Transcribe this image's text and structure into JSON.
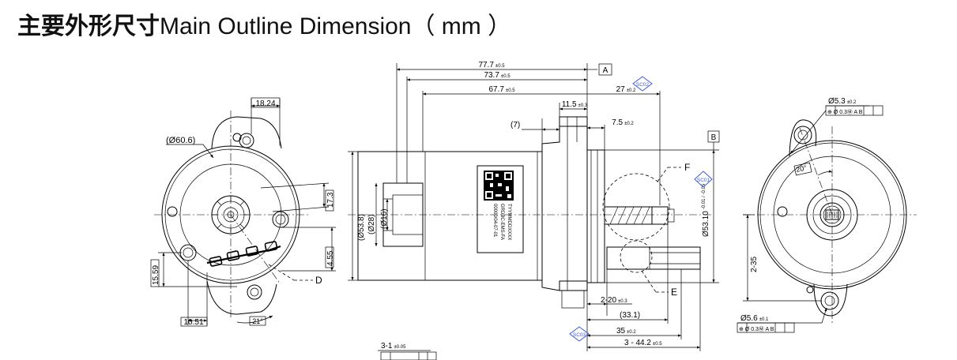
{
  "title": {
    "cn": "主要外形尺寸",
    "en": "Main Outline Dimension（ mm ）"
  },
  "front_view": {
    "dim_top": "18.24",
    "dim_outer_dia": "(Ø60.6)",
    "dim_right_1": "17.3",
    "dim_right_2": "4.55",
    "dim_left": "15.59",
    "dim_bottom": "10.51",
    "dim_angle": "21°",
    "callout_d": "D"
  },
  "side_view": {
    "dim_777": "77.7",
    "dim_777_tol": "±0.5",
    "dim_737": "73.7",
    "dim_737_tol": "±0.5",
    "dim_677": "67.7",
    "dim_677_tol": "±0.5",
    "dim_115": "11.5",
    "dim_115_tol": "±0.3",
    "dim_27": "27",
    "dim_27_tol": "±0.2",
    "dim_7paren": "(7)",
    "dim_75": "7.5",
    "dim_75_tol": "±0.2",
    "datum_a": "A",
    "datum_b": "B",
    "sc02": "SC02",
    "sc01": "SC01",
    "sc03": "SC03",
    "callout_f": "F",
    "callout_e": "E",
    "dim_538": "(Ø53.8)",
    "dim_28": "(Ø28)",
    "dim_16": "(Ø16)",
    "dim_5310": "Ø53.10",
    "dim_5310_tol": "-0.01 / -0.05",
    "dim_2_35": "2-35",
    "dim_2_20": "2-20",
    "dim_2_20_tol": "±0.3",
    "dim_331": "(33.1)",
    "dim_35": "35",
    "dim_35_tol": "±0.2",
    "dim_3_442": "3 - 44.2",
    "dim_3_442_tol": "±0.5",
    "dim_3_1": "3-1",
    "dim_3_1_tol": "±0.05",
    "label_lines": [
      "00000/04-07-01",
      "GRDBC-EMS-FA",
      "TYYMMDDXXXX"
    ]
  },
  "rear_view": {
    "dim_53": "Ø5.3",
    "dim_53_tol": "±0.2",
    "fcf_top": "⊕ Ø 0.3Ⓜ A B",
    "dim_angle": "20°",
    "dim_56": "Ø5.6",
    "dim_56_tol": "±0.1",
    "fcf_bottom": "⊕ Ø 0.3Ⓜ A B"
  }
}
